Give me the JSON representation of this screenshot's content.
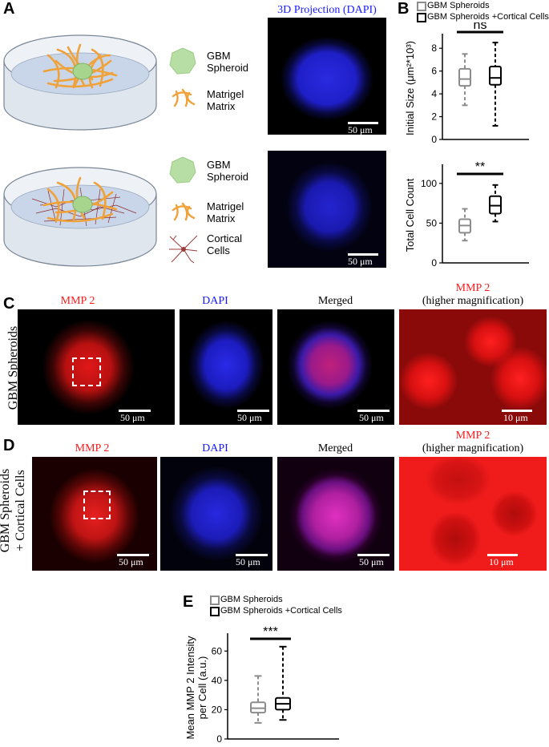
{
  "panels": {
    "A": "A",
    "B": "B",
    "C": "C",
    "D": "D",
    "E": "E"
  },
  "panel_a": {
    "projection_title": "3D Projection (DAPI)",
    "top_legend": [
      {
        "icon": "spheroid-icon",
        "label": "GBM\nSpheroid"
      },
      {
        "icon": "matrigel-icon",
        "label": "Matrigel\nMatrix"
      }
    ],
    "bottom_legend": [
      {
        "icon": "spheroid-icon",
        "label": "GBM\nSpheroid"
      },
      {
        "icon": "matrigel-icon",
        "label": "Matrigel\nMatrix"
      },
      {
        "icon": "cortical-cell-icon",
        "label": "Cortical\nCells"
      }
    ],
    "scale_label": "50 μm"
  },
  "legend": {
    "gbm": "GBM Spheroids",
    "gbm_cortical": "GBM Spheroids +Cortical Cells"
  },
  "colors": {
    "gbm": "#8c8c8c",
    "gbm_cortical": "#000000",
    "dapi": "#2020ff",
    "mmp2": "#ff1a1a"
  },
  "panel_c": {
    "row_label": "GBM Spheroids",
    "columns": {
      "mmp2": "MMP 2",
      "dapi": "DAPI",
      "merged": "Merged",
      "mmp2_hm_1": "MMP 2",
      "mmp2_hm_2": "(higher magnification)"
    },
    "scales": [
      "50 μm",
      "50 μm",
      "50 μm",
      "10 μm"
    ]
  },
  "panel_d": {
    "row_label_1": "GBM Spheroids",
    "row_label_2": "+ Cortical Cells",
    "columns": {
      "mmp2": "MMP 2",
      "dapi": "DAPI",
      "merged": "Merged",
      "mmp2_hm_1": "MMP 2",
      "mmp2_hm_2": "(higher magnification)"
    },
    "scales": [
      "50 μm",
      "50 μm",
      "50 μm",
      "10 μm"
    ]
  },
  "chart_data": [
    {
      "type": "box",
      "panel": "B-top",
      "ylabel": "Initial Size (μm²*10³)",
      "ylim": [
        0,
        9
      ],
      "yticks": [
        0,
        2,
        4,
        6,
        8
      ],
      "significance": "ns",
      "series": [
        {
          "name": "GBM Spheroids",
          "min": 3.0,
          "q1": 4.7,
          "median": 5.3,
          "q3": 6.2,
          "max": 7.5
        },
        {
          "name": "GBM Spheroids +Cortical Cells",
          "min": 1.2,
          "q1": 4.8,
          "median": 5.4,
          "q3": 6.4,
          "max": 8.5
        }
      ]
    },
    {
      "type": "box",
      "panel": "B-bottom",
      "ylabel": "Total Cell Count",
      "ylim": [
        0,
        120
      ],
      "yticks": [
        0,
        50,
        100
      ],
      "significance": "**",
      "series": [
        {
          "name": "GBM Spheroids",
          "min": 28,
          "q1": 38,
          "median": 47,
          "q3": 55,
          "max": 68
        },
        {
          "name": "GBM Spheroids +Cortical Cells",
          "min": 52,
          "q1": 62,
          "median": 72,
          "q3": 84,
          "max": 98
        }
      ]
    },
    {
      "type": "box",
      "panel": "E",
      "ylabel_1": "Mean MMP 2 Intensity",
      "ylabel_2": "per Cell (a.u.)",
      "ylim": [
        0,
        70
      ],
      "yticks": [
        0,
        20,
        40,
        60
      ],
      "significance": "***",
      "series": [
        {
          "name": "GBM Spheroids",
          "min": 11,
          "q1": 18,
          "median": 21,
          "q3": 25,
          "max": 43
        },
        {
          "name": "GBM Spheroids +Cortical Cells",
          "min": 13,
          "q1": 20,
          "median": 24,
          "q3": 28,
          "max": 63
        }
      ]
    }
  ]
}
